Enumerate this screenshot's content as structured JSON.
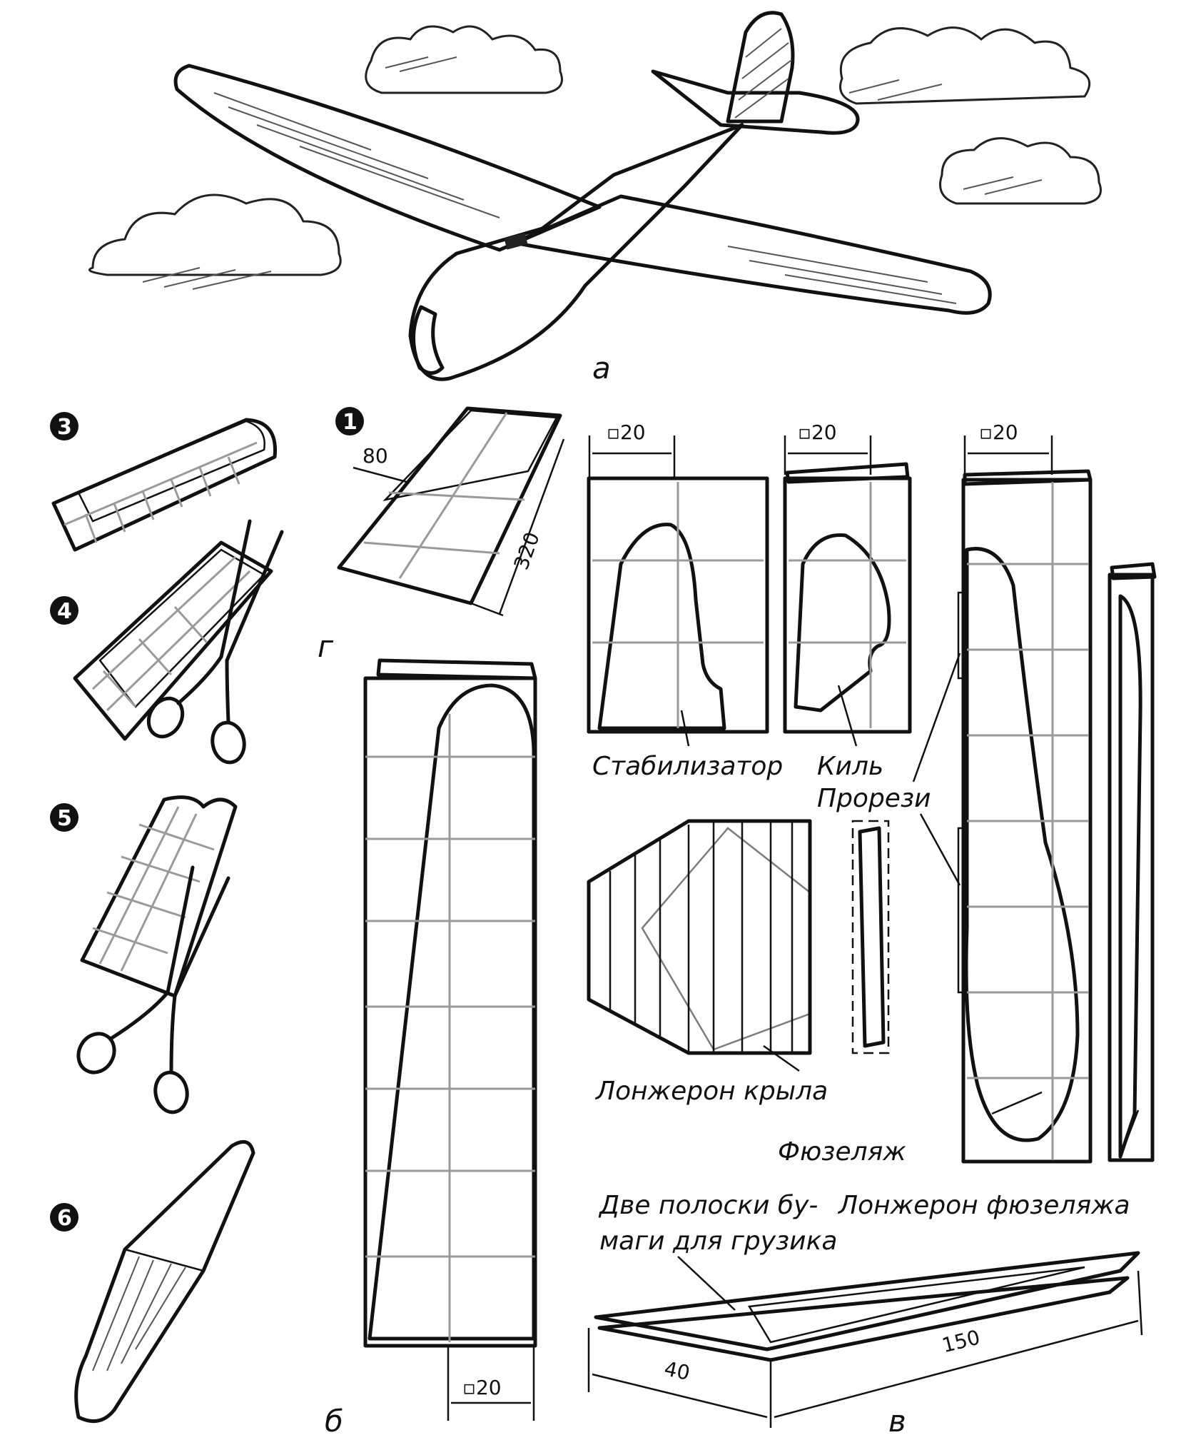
{
  "labels": {
    "fig_a": "а",
    "fig_b": "б",
    "fig_v": "в",
    "fig_g": "г",
    "stabilizer": "Стабилизатор",
    "fin": "Киль",
    "slots": "Прорези",
    "wing_spar": "Лонжерон крыла",
    "fuselage": "Фюзеляж",
    "fuselage_spar": "Лонжерон фюзеляжа",
    "weight_strips_line1": "Две полоски бу-",
    "weight_strips_line2": "маги для грузика"
  },
  "dimensions": {
    "grid_stab": "▫20",
    "grid_fin": "▫20",
    "grid_fuselage": "▫20",
    "grid_wing": "▫20",
    "wing_root": "80",
    "wing_length": "320",
    "strip_width": "40",
    "strip_length": "150"
  },
  "steps": [
    "1",
    "3",
    "4",
    "5",
    "6"
  ],
  "colors": {
    "ink": "#111111",
    "fuselage_fill": "#6f6f6f",
    "grid": "#9a9a9a",
    "hatch": "#555555"
  }
}
